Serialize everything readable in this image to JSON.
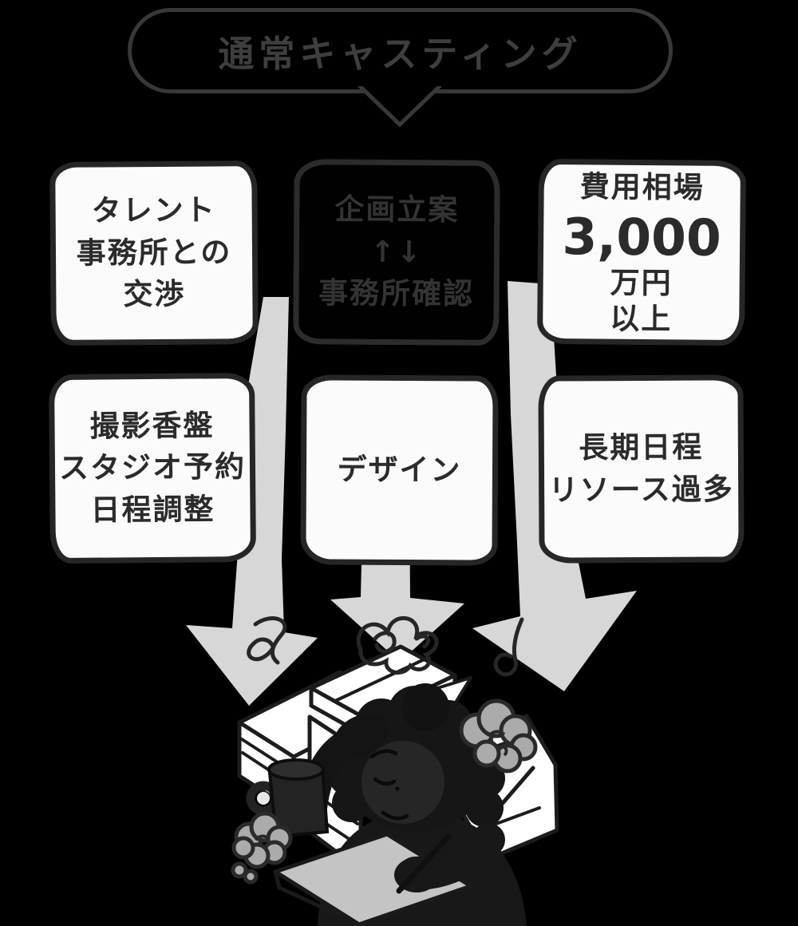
{
  "title": {
    "label": "通常キャスティング"
  },
  "cards": [
    {
      "id": "talent-agency-negotiation",
      "lines": [
        "タレント",
        "事務所との",
        "交渉"
      ]
    },
    {
      "id": "planning-agency-check",
      "lines": [
        "企画立案",
        "↑↓",
        "事務所確認"
      ]
    },
    {
      "id": "cost-estimate",
      "lines": [
        "費用相場",
        "3,000",
        "万円",
        "以上"
      ]
    },
    {
      "id": "shooting-schedule",
      "lines": [
        "撮影香盤",
        "スタジオ予約",
        "日程調整"
      ]
    },
    {
      "id": "design",
      "lines": [
        "デザイン"
      ]
    },
    {
      "id": "longterm-resources",
      "lines": [
        "長期日程",
        "リソース過多"
      ]
    }
  ],
  "illustration": {
    "arrows": [
      "flow-arrow-left",
      "flow-arrow-middle",
      "flow-arrow-right"
    ],
    "figure": "tired-person-buried-in-paperwork"
  },
  "colors": {
    "background": "#000000",
    "card_bg": "#fbfbfb",
    "card_border": "#262626",
    "card_text": "#2b2b2b",
    "dark_card_text": "#333333",
    "title_gray": "#3e3e3e",
    "arrow_gray": "#d7d7d7",
    "pad_gray": "#c4c4c4",
    "smoke_gray": "#ababab",
    "outline_dark": "#1c1c1c"
  }
}
